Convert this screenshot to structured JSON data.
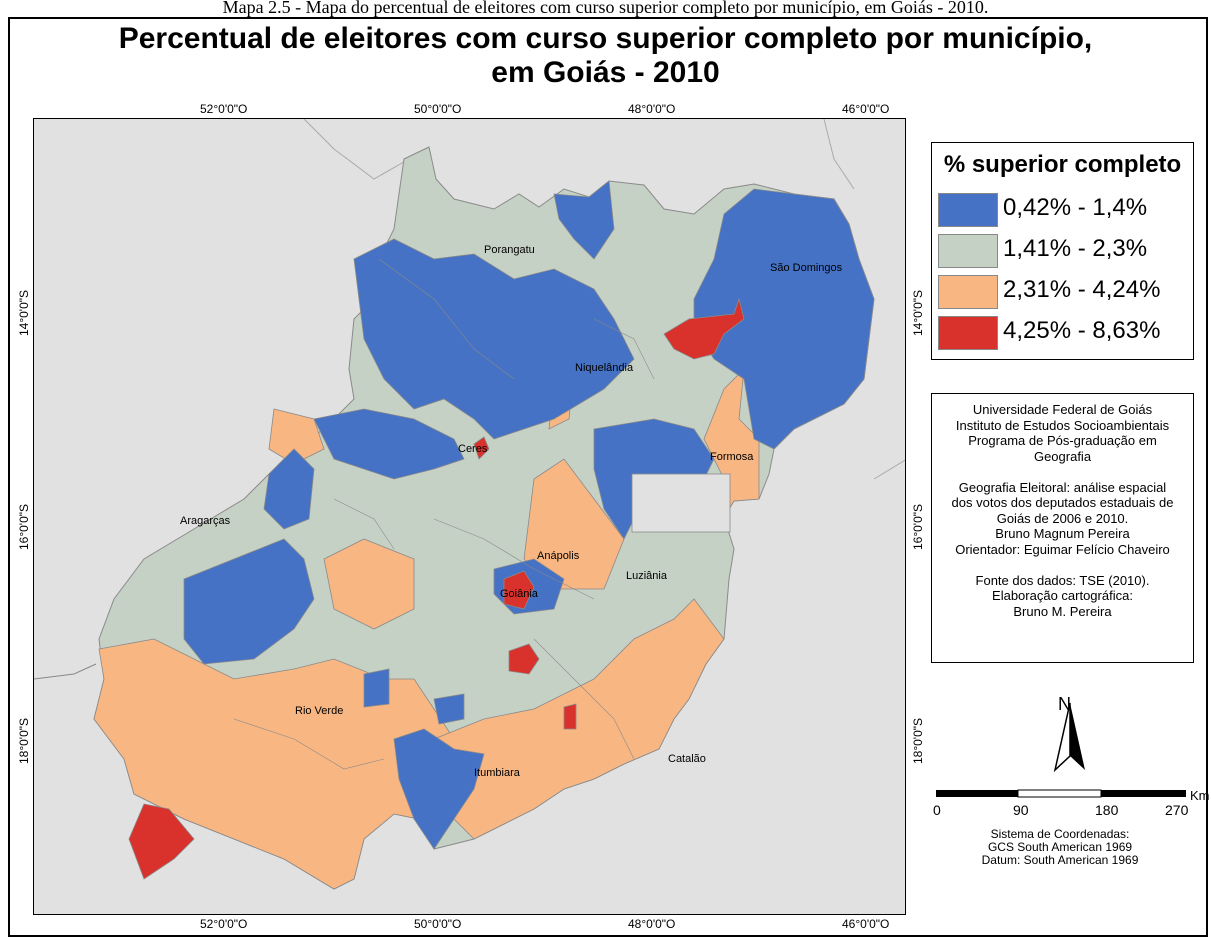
{
  "caption": "Mapa 2.5 - Mapa do percentual de eleitores com curso superior completo por município, em Goiás - 2010.",
  "title": {
    "line1": "Percentual de eleitores com curso superior completo por município,",
    "line2": "em Goiás - 2010"
  },
  "graticule": {
    "top": [
      "52°0'0\"O",
      "50°0'0\"O",
      "48°0'0\"O",
      "46°0'0\"O"
    ],
    "bottom": [
      "52°0'0\"O",
      "50°0'0\"O",
      "48°0'0\"O",
      "46°0'0\"O"
    ],
    "left": [
      "14°0'0\"S",
      "16°0'0\"S",
      "18°0'0\"S"
    ],
    "right": [
      "14°0'0\"S",
      "16°0'0\"S",
      "18°0'0\"S"
    ]
  },
  "legend": {
    "title": "% superior completo",
    "classes": [
      {
        "label": "0,42% - 1,4%",
        "color": "#4572c4"
      },
      {
        "label": "1,41% - 2,3%",
        "color": "#c6d1c6"
      },
      {
        "label": "2,31% - 4,24%",
        "color": "#f8b682"
      },
      {
        "label": "4,25% - 8,63%",
        "color": "#d9312b"
      }
    ]
  },
  "map": {
    "background_color": "#e1e1e1",
    "boundary_color": "#8a8a8a",
    "places": [
      "Porangatu",
      "São Domingos",
      "Niquelândia",
      "Ceres",
      "Formosa",
      "Aragarças",
      "Anápolis",
      "Luziânia",
      "Goiânia",
      "Rio Verde",
      "Catalão",
      "Itumbiara"
    ]
  },
  "credits": {
    "lines": [
      "Universidade Federal de Goiás",
      "Instituto de Estudos Socioambientais",
      "Programa de Pós-graduação em",
      "Geografia",
      "",
      "Geografia Eleitoral: análise espacial",
      "dos votos dos deputados estaduais de",
      "Goiás de 2006 e 2010.",
      "Bruno Magnum Pereira",
      "Orientador: Eguimar Felício Chaveiro",
      "",
      "Fonte dos dados: TSE (2010).",
      "Elaboração cartográfica:",
      "Bruno M. Pereira"
    ]
  },
  "north_arrow": {
    "label": "N"
  },
  "scale_bar": {
    "labels": [
      "0",
      "90",
      "180",
      "270"
    ],
    "unit": "Km"
  },
  "crs": {
    "lines": [
      "Sistema de Coordenadas:",
      "GCS South American 1969",
      "Datum: South American 1969"
    ]
  }
}
